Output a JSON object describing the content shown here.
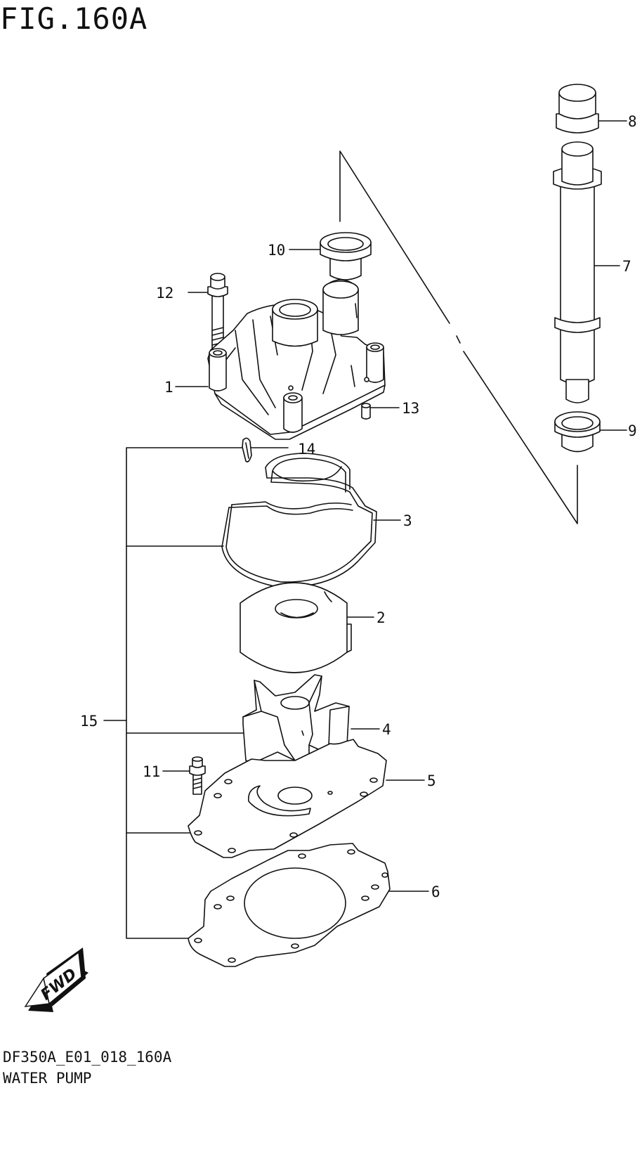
{
  "figure": {
    "title": "FIG.160A",
    "code": "DF350A_E01_018_160A",
    "name": "WATER PUMP",
    "direction_badge": "FWD"
  },
  "callouts": [
    {
      "id": "1",
      "text": "1"
    },
    {
      "id": "2",
      "text": "2"
    },
    {
      "id": "3",
      "text": "3"
    },
    {
      "id": "4",
      "text": "4"
    },
    {
      "id": "5",
      "text": "5"
    },
    {
      "id": "6",
      "text": "6"
    },
    {
      "id": "7",
      "text": "7"
    },
    {
      "id": "8",
      "text": "8"
    },
    {
      "id": "9",
      "text": "9"
    },
    {
      "id": "10",
      "text": "10"
    },
    {
      "id": "11",
      "text": "11"
    },
    {
      "id": "12",
      "text": "12"
    },
    {
      "id": "13",
      "text": "13"
    },
    {
      "id": "14",
      "text": "14"
    },
    {
      "id": "15",
      "text": "15"
    }
  ]
}
